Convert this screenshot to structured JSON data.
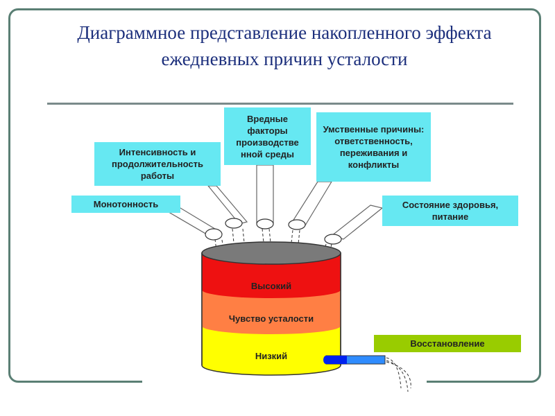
{
  "title": {
    "line1": "Диаграммное представление накопленного эффекта",
    "line2": "ежедневных причин усталости"
  },
  "causes": {
    "monotony": "Монотонность",
    "intensity": "Интенсивность и продолжительность работы",
    "harmful": "Вредные факторы производстве нной среды",
    "mental": "Умственные причины: ответственность, переживания и конфликты",
    "health": "Состояние здоровья, питание"
  },
  "levels": {
    "high": "Высокий",
    "fatigue": "Чувство усталости",
    "low": "Низкий"
  },
  "recovery": "Восстановление",
  "colors": {
    "high": "#ee1111",
    "fatigue": "#ff7f44",
    "low": "#ffff00",
    "box": "#66e8f2",
    "recovery": "#99cc00"
  }
}
